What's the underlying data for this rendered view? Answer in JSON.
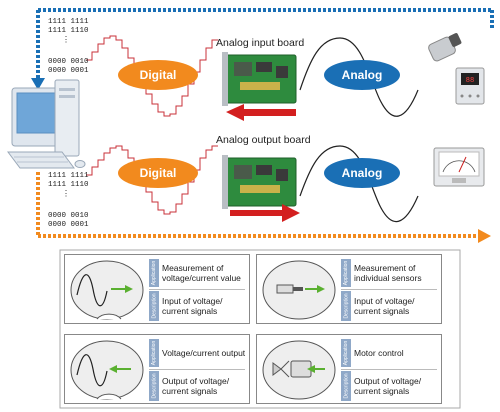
{
  "boards": {
    "input_title": "Analog input board",
    "output_title": "Analog output board"
  },
  "ovals": {
    "digital_top": "Digital",
    "analog_top": "Analog",
    "digital_bottom": "Digital",
    "analog_bottom": "Analog"
  },
  "bits": {
    "top_block_1": "1111 1111\n1111 1110",
    "top_block_2": "0000 0010\n0000 0001",
    "bottom_block_1": "1111 1111\n1111 1110",
    "bottom_block_2": "0000 0010\n0000 0001"
  },
  "cards": [
    {
      "app_tab": "Application",
      "desc_tab": "Description",
      "application": "Measurement of voltage/current value",
      "description": "Input of voltage/ current signals"
    },
    {
      "app_tab": "Application",
      "desc_tab": "Description",
      "application": "Measurement of individual sensors",
      "description": "Input of voltage/ current signals"
    },
    {
      "app_tab": "Application",
      "desc_tab": "Description",
      "application": "Voltage/current output",
      "description": "Output of voltage/ current signals"
    },
    {
      "app_tab": "Application",
      "desc_tab": "Description",
      "application": "Motor control",
      "description": "Output of voltage/ current signals"
    }
  ],
  "colors": {
    "orange": "#f28a1e",
    "blue": "#1a6fb5",
    "red_arrow": "#d31f1f",
    "wave_red": "#c8323a",
    "board_green": "#2e8b3e"
  },
  "device_readout": "88"
}
